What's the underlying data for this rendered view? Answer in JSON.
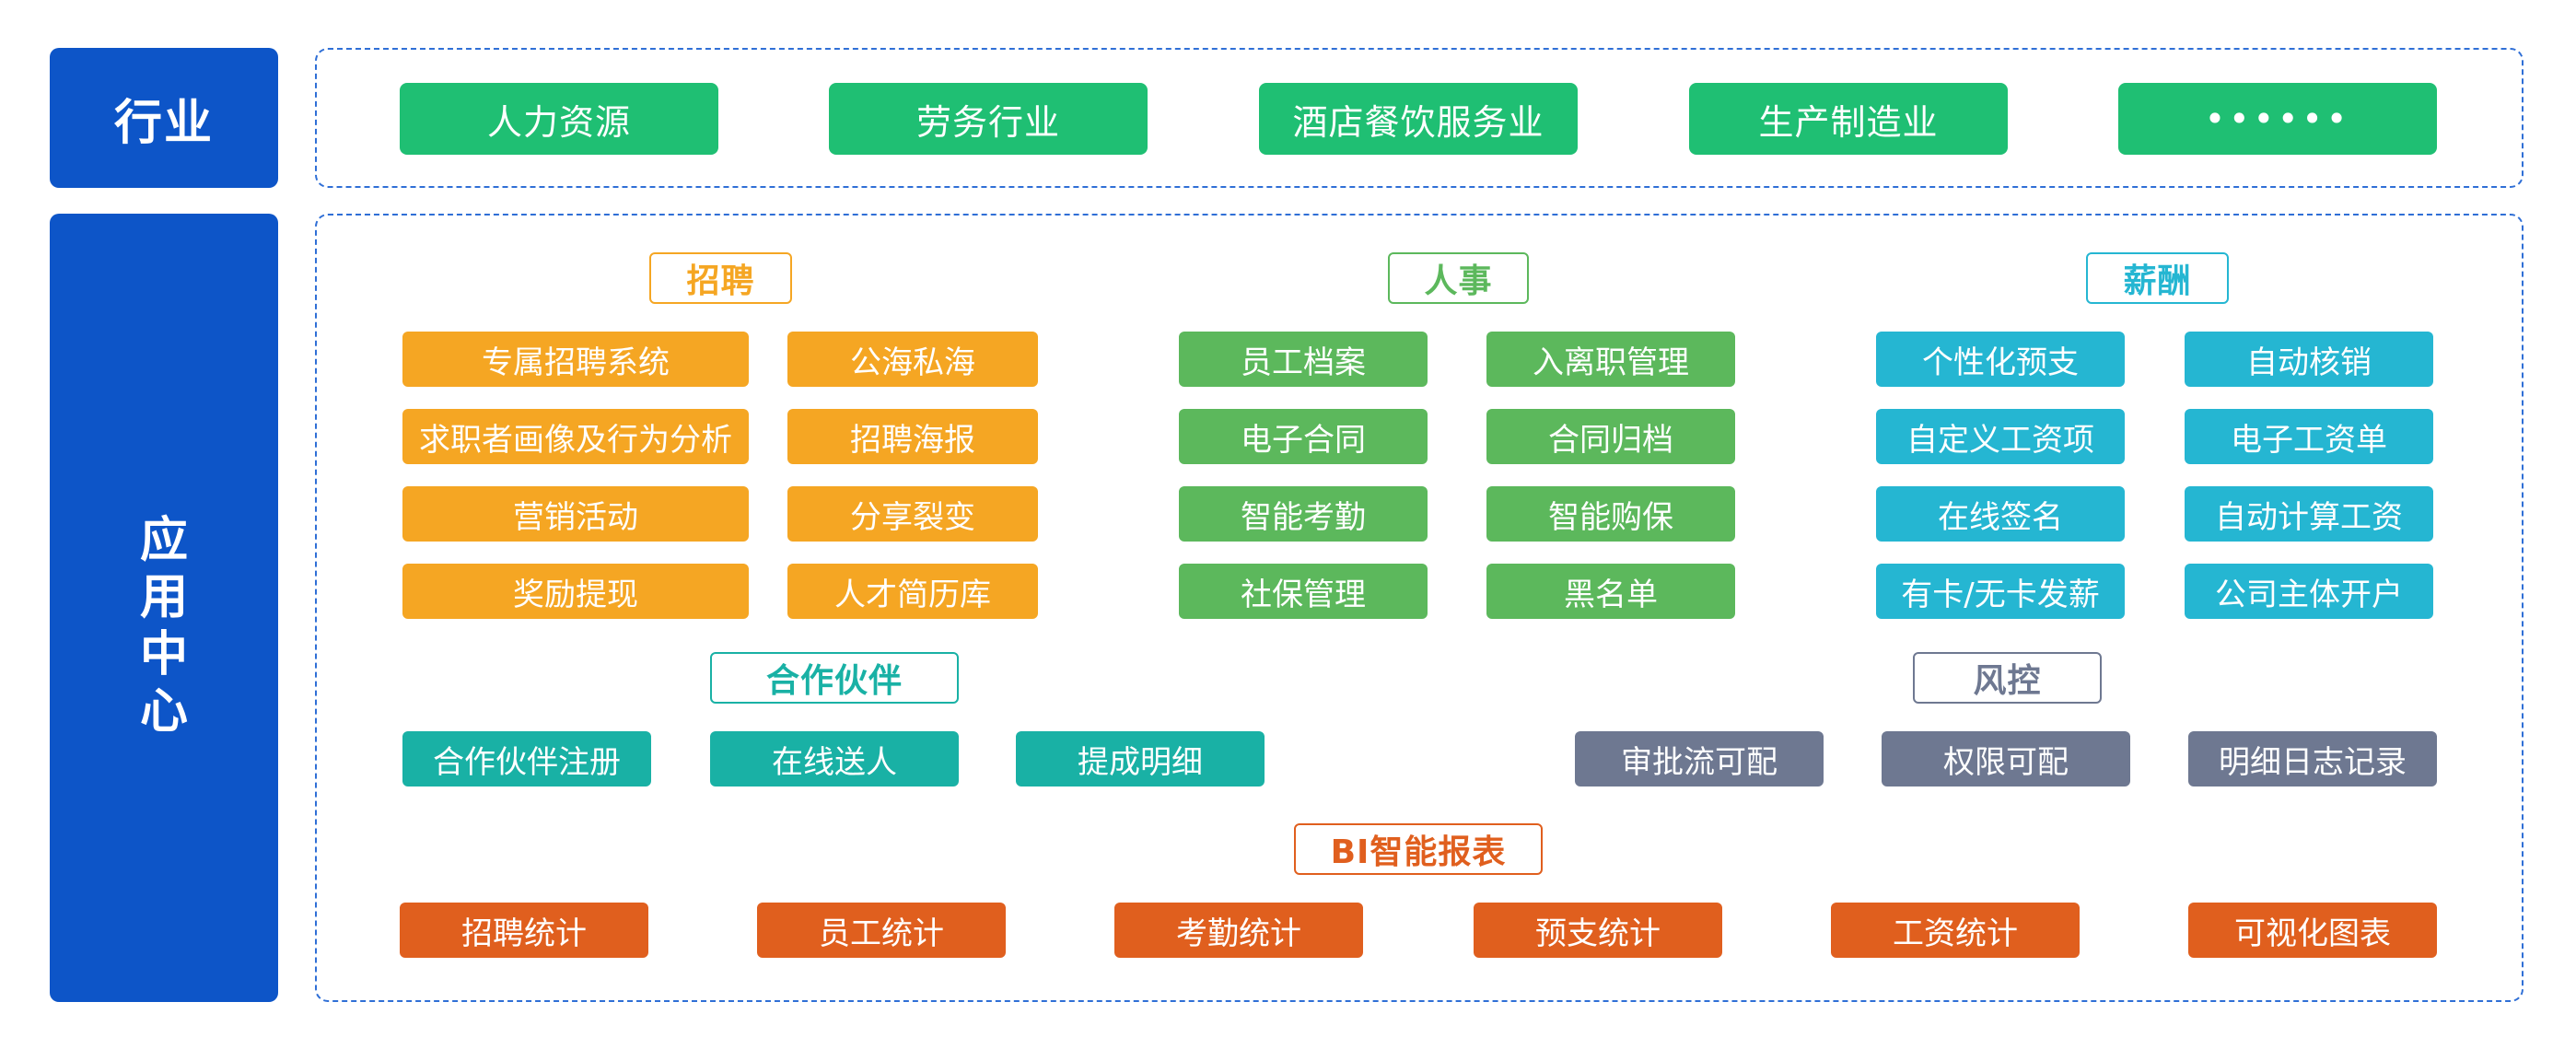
{
  "sidebar": {
    "industry_label": "行业",
    "app_center_label": "应\n用\n中\n心"
  },
  "industries": [
    "人力资源",
    "劳务行业",
    "酒店餐饮服务业",
    "生产制造业",
    "••••••"
  ],
  "sections": {
    "recruit": {
      "title": "招聘",
      "items": [
        "专属招聘系统",
        "公海私海",
        "求职者画像及行为分析",
        "招聘海报",
        "营销活动",
        "分享裂变",
        "奖励提现",
        "人才简历库"
      ]
    },
    "hr": {
      "title": "人事",
      "items": [
        "员工档案",
        "入离职管理",
        "电子合同",
        "合同归档",
        "智能考勤",
        "智能购保",
        "社保管理",
        "黑名单"
      ]
    },
    "payroll": {
      "title": "薪酬",
      "items": [
        "个性化预支",
        "自动核销",
        "自定义工资项",
        "电子工资单",
        "在线签名",
        "自动计算工资",
        "有卡/无卡发薪",
        "公司主体开户"
      ]
    },
    "partner": {
      "title": "合作伙伴",
      "items": [
        "合作伙伴注册",
        "在线送人",
        "提成明细"
      ]
    },
    "risk": {
      "title": "风控",
      "items": [
        "审批流可配",
        "权限可配",
        "明细日志记录"
      ]
    },
    "bi": {
      "title": "BI智能报表",
      "items": [
        "招聘统计",
        "员工统计",
        "考勤统计",
        "预支统计",
        "工资统计",
        "可视化图表"
      ]
    }
  },
  "colors": {
    "sidebar": "#0d55c8",
    "industry": "#1fbf73",
    "recruit": "#f5a623",
    "hr": "#5cb85c",
    "payroll": "#25b6d2",
    "partner": "#19b1a5",
    "risk": "#6e7891",
    "bi": "#e05f1e"
  }
}
